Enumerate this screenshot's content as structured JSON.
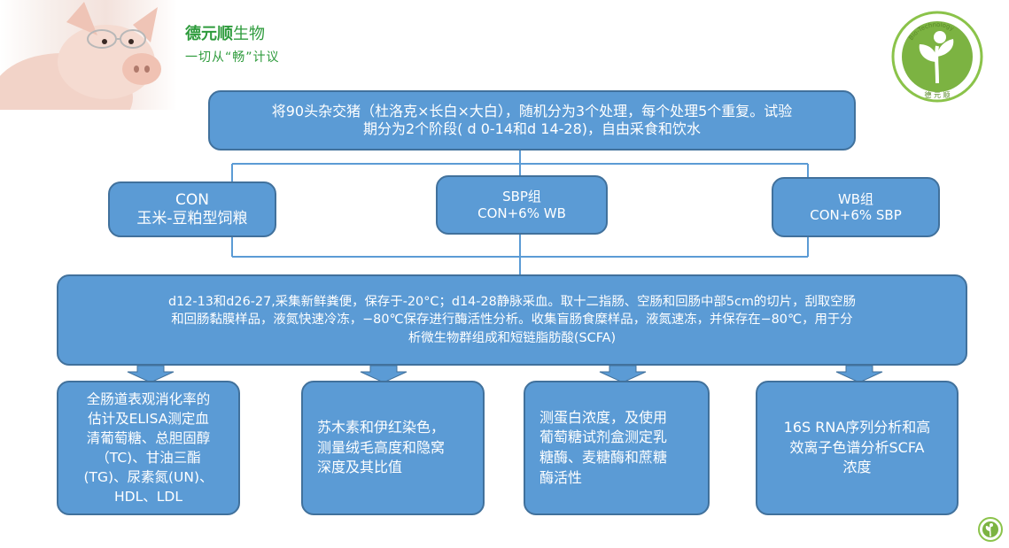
{
  "brand": {
    "name_bold": "德元顺",
    "name_rest": "生物",
    "slogan": "一切从“畅”计议",
    "logo_ring_text": "Bio-Technology",
    "logo_text": "德 元 顺"
  },
  "colors": {
    "box_fill": "#5b9bd5",
    "box_border": "#41719c",
    "brand_green": "#2e9b3c",
    "connector": "#5b9bd5"
  },
  "top_box": {
    "line1": "将90头杂交猪（杜洛克×长白×大白），随机分为3个处理，每个处理5个重复。试验",
    "line2": "期分为2个阶段( d 0-14和d 14-28)，自由采食和饮水"
  },
  "groups": [
    {
      "line1": "CON",
      "line2": "玉米-豆粕型饲粮"
    },
    {
      "line1": "SBP组",
      "line2": "CON+6% WB"
    },
    {
      "line1": "WB组",
      "line2": "CON+6% SBP"
    }
  ],
  "procedure_box": {
    "line1": "d12-13和d26-27,采集新鲜粪便，保存于-20°C；d14-28静脉采血。取十二指肠、空肠和回肠中部5cm的切片，刮取空肠",
    "line2": "和回肠黏膜样品，液氮快速冷冻，−80℃保存进行酶活性分析。收集盲肠食糜样品，液氮速冻，并保存在−80℃，用于分",
    "line3": "析微生物群组成和短链脂肪酸(SCFA)"
  },
  "analyses": [
    {
      "lines": [
        "全肠道表观消化率的",
        "估计及ELISA测定血",
        "清葡萄糖、总胆固醇",
        "（TC)、甘油三酯",
        "(TG)、尿素氮(UN)、",
        "HDL、LDL"
      ]
    },
    {
      "lines": [
        "苏木素和伊红染色，",
        "测量绒毛高度和隐窝",
        "深度及其比值"
      ]
    },
    {
      "lines": [
        "测蛋白浓度，及使用",
        "葡萄糖试剂盒测定乳",
        "糖酶、麦糖酶和蔗糖",
        "酶活性"
      ]
    },
    {
      "lines": [
        "16S RNA序列分析和高",
        "效离子色谱分析SCFA",
        "浓度"
      ]
    }
  ]
}
